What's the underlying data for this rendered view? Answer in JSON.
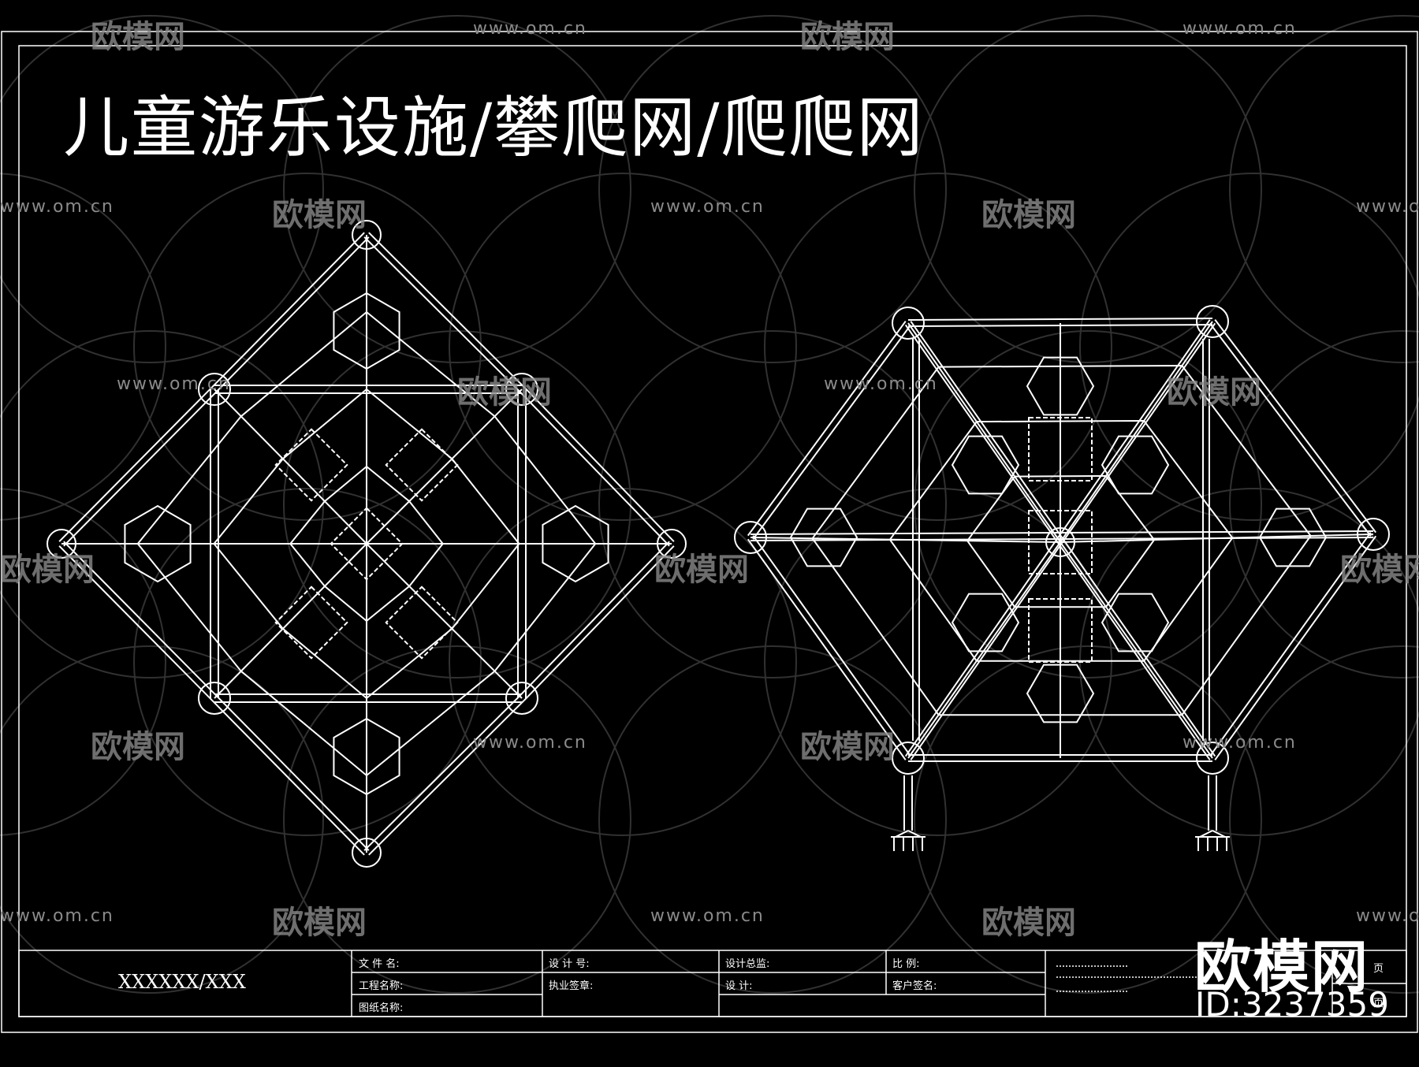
{
  "title": "儿童游乐设施/攀爬网/爬爬网",
  "watermark": {
    "logo_text": "欧模网",
    "url_text": "www.om.cn"
  },
  "title_block": {
    "project_code": "XXXXXX/XXX",
    "file_name_label": "文 件 名:",
    "project_name_label": "工程名称:",
    "drawing_name_label": "图纸名称:",
    "design_no_label": "设 计 号:",
    "license_label": "执业签章:",
    "design_lead_label": "设计总监:",
    "design_label": "设    计:",
    "scale_label": "比    例:",
    "client_sign_label": "客户签名:",
    "page_unit_1": "页",
    "page_unit_2": "页"
  },
  "brand": {
    "name": "欧模网",
    "id": "ID:3237359"
  },
  "colors": {
    "background": "#000000",
    "lines": "#ffffff",
    "watermark": "#8a8a8a"
  }
}
